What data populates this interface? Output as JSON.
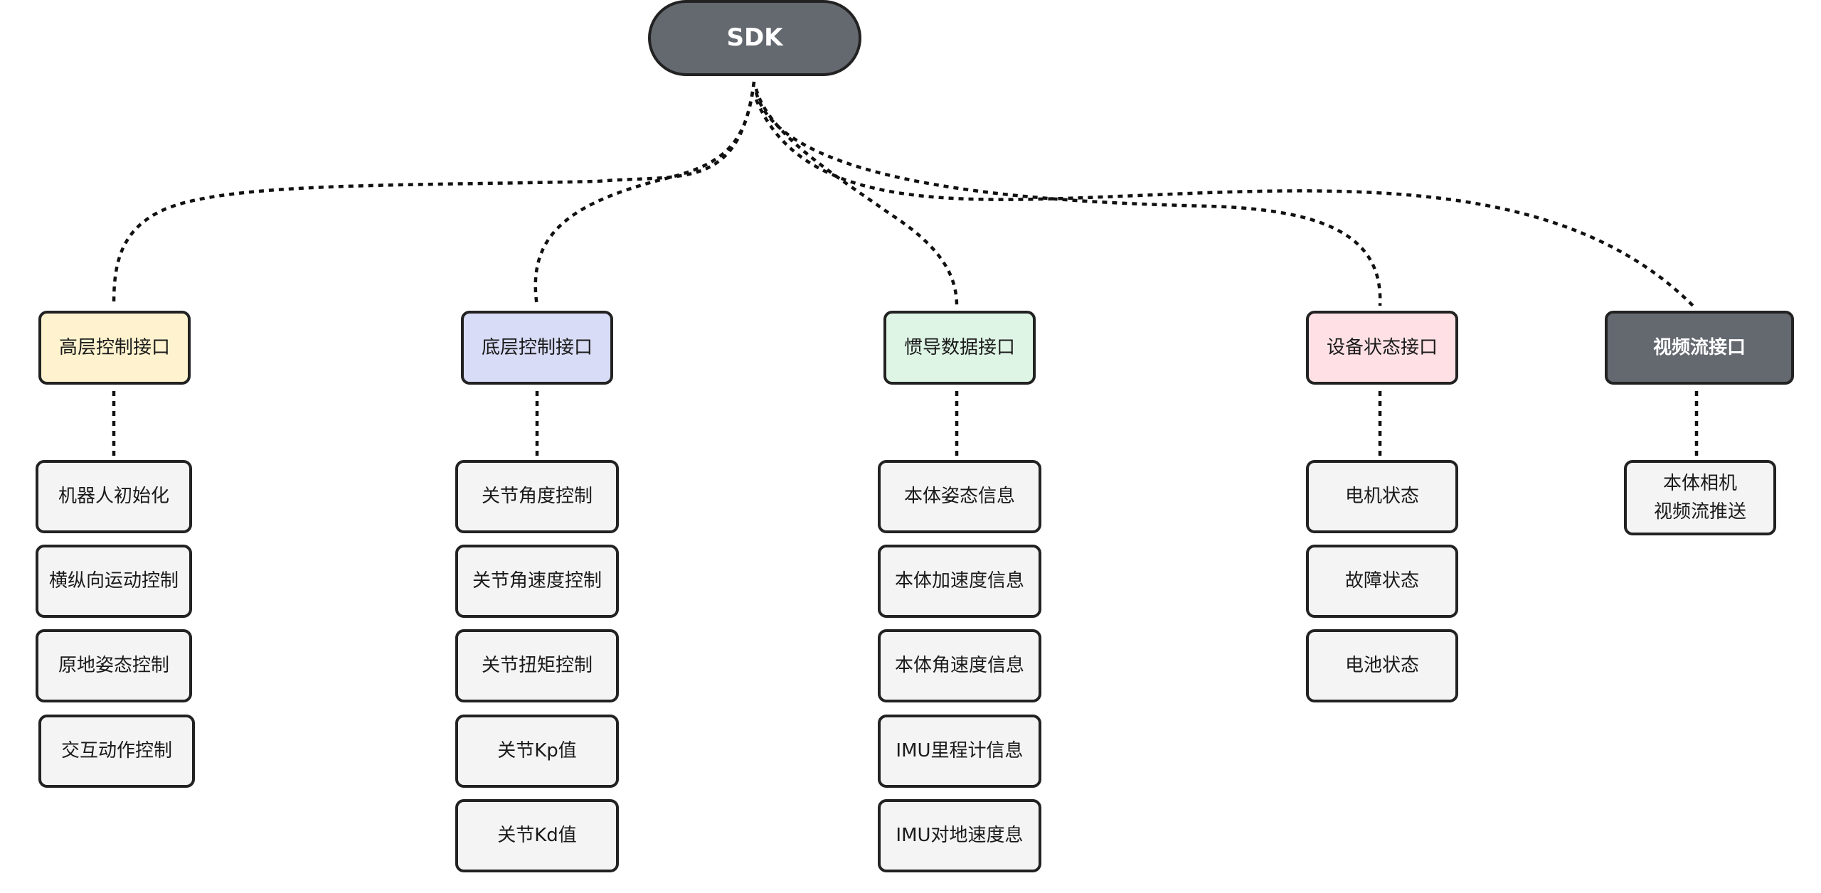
{
  "root": {
    "label": "SDK",
    "color": "#646970"
  },
  "categories": [
    {
      "label": "高层控制接口",
      "color": "#fff3cf",
      "items": [
        "机器人初始化",
        "横纵向运动控制",
        "原地姿态控制",
        "交互动作控制"
      ]
    },
    {
      "label": "底层控制接口",
      "color": "#d8dcf6",
      "items": [
        "关节角度控制",
        "关节角速度控制",
        "关节扭矩控制",
        "关节Kp值",
        "关节Kd值"
      ]
    },
    {
      "label": "惯导数据接口",
      "color": "#def5e5",
      "items": [
        "本体姿态信息",
        "本体加速度信息",
        "本体角速度信息",
        "IMU里程计信息",
        "IMU对地速度息"
      ]
    },
    {
      "label": "设备状态接口",
      "color": "#ffe1e5",
      "items": [
        "电机状态",
        "故障状态",
        "电池状态"
      ]
    },
    {
      "label": "视频流接口",
      "color": "#646970",
      "items": [
        "本体相机\n视频流推送"
      ]
    }
  ]
}
